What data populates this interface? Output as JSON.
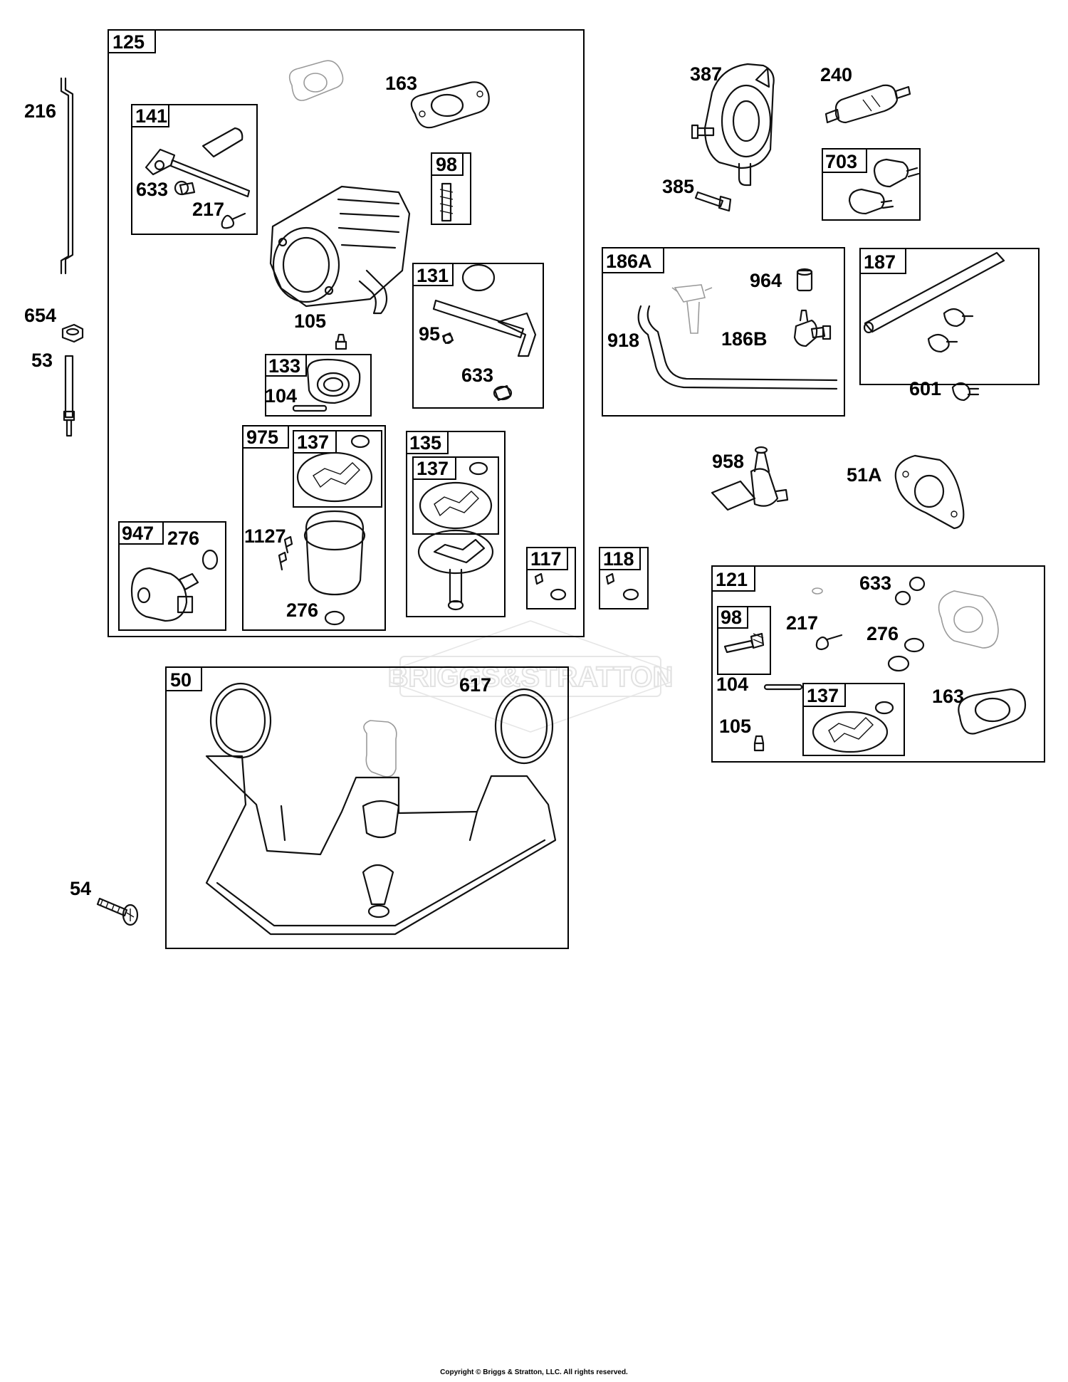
{
  "watermark": "BRIGGS&STRATTON",
  "copyright": "Copyright © Briggs & Stratton, LLC. All rights reserved.",
  "kits": [
    {
      "id": "125",
      "label": "125"
    },
    {
      "id": "141",
      "label": "141"
    },
    {
      "id": "98a",
      "label": "98"
    },
    {
      "id": "131",
      "label": "131"
    },
    {
      "id": "133",
      "label": "133"
    },
    {
      "id": "975",
      "label": "975"
    },
    {
      "id": "137a",
      "label": "137"
    },
    {
      "id": "135",
      "label": "135"
    },
    {
      "id": "137b",
      "label": "137"
    },
    {
      "id": "947",
      "label": "947"
    },
    {
      "id": "117",
      "label": "117"
    },
    {
      "id": "118",
      "label": "118"
    },
    {
      "id": "50",
      "label": "50"
    },
    {
      "id": "703",
      "label": "703"
    },
    {
      "id": "186A",
      "label": "186A"
    },
    {
      "id": "187",
      "label": "187"
    },
    {
      "id": "121",
      "label": "121"
    },
    {
      "id": "98b",
      "label": "98"
    },
    {
      "id": "137c",
      "label": "137"
    }
  ],
  "callouts": [
    {
      "id": "216",
      "label": "216"
    },
    {
      "id": "654",
      "label": "654"
    },
    {
      "id": "53",
      "label": "53"
    },
    {
      "id": "54",
      "label": "54"
    },
    {
      "id": "163a",
      "label": "163"
    },
    {
      "id": "633a",
      "label": "633"
    },
    {
      "id": "217a",
      "label": "217"
    },
    {
      "id": "105a",
      "label": "105"
    },
    {
      "id": "95",
      "label": "95"
    },
    {
      "id": "633b",
      "label": "633"
    },
    {
      "id": "104a",
      "label": "104"
    },
    {
      "id": "1127",
      "label": "1127"
    },
    {
      "id": "276a",
      "label": "276"
    },
    {
      "id": "276b",
      "label": "276"
    },
    {
      "id": "617",
      "label": "617"
    },
    {
      "id": "387",
      "label": "387"
    },
    {
      "id": "240",
      "label": "240"
    },
    {
      "id": "385",
      "label": "385"
    },
    {
      "id": "964",
      "label": "964"
    },
    {
      "id": "918",
      "label": "918"
    },
    {
      "id": "186B",
      "label": "186B"
    },
    {
      "id": "601",
      "label": "601"
    },
    {
      "id": "958",
      "label": "958"
    },
    {
      "id": "51A",
      "label": "51A"
    },
    {
      "id": "633c",
      "label": "633"
    },
    {
      "id": "217b",
      "label": "217"
    },
    {
      "id": "276c",
      "label": "276"
    },
    {
      "id": "104b",
      "label": "104"
    },
    {
      "id": "163b",
      "label": "163"
    },
    {
      "id": "105b",
      "label": "105"
    }
  ]
}
